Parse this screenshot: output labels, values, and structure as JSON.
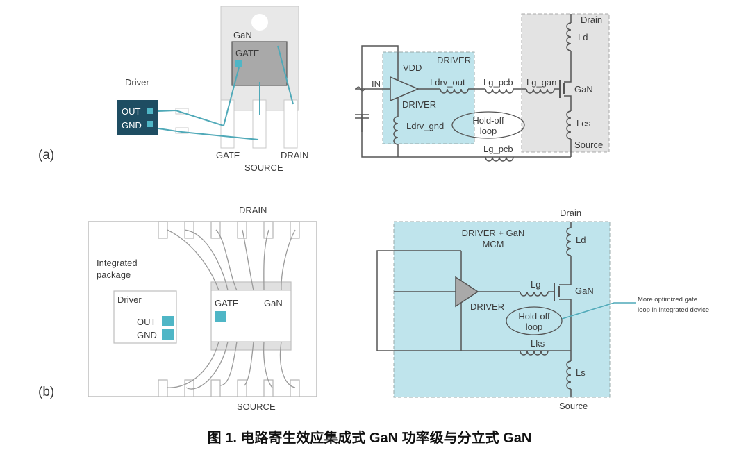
{
  "figure": {
    "caption": "图 1. 电路寄生效应集成式 GaN 功率级与分立式 GaN",
    "colors": {
      "teal_accent": "#4fa9b8",
      "driver_box_fill": "#bfe4ec",
      "gan_box_fill": "#e3e3e3",
      "driver_chip_dark": "#1e4d62",
      "gan_die_gray": "#a9a9a9"
    }
  },
  "panel_a": {
    "label": "(a)",
    "package": {
      "gan_label": "GaN",
      "gate_label": "GATE",
      "driver_title": "Driver",
      "driver_pins": [
        "OUT",
        "GND"
      ],
      "lead_labels": {
        "gate": "GATE",
        "source": "SOURCE",
        "drain": "DRAIN"
      }
    },
    "schematic": {
      "driver_box_title": "DRIVER",
      "vdd": "VDD",
      "in": "IN",
      "driver_label": "DRIVER",
      "ldrv_out": "Ldrv_out",
      "ldrv_gnd": "Ldrv_gnd",
      "lg_pcb_top": "Lg_pcb",
      "lg_gan": "Lg_gan",
      "lg_pcb_bottom": "Lg_pcb",
      "drain": "Drain",
      "ld": "Ld",
      "gan": "GaN",
      "lcs": "Lcs",
      "source": "Source",
      "holdoff_line1": "Hold-off",
      "holdoff_line2": "loop"
    }
  },
  "panel_b": {
    "label": "(b)",
    "package": {
      "drain_label": "DRAIN",
      "source_label": "SOURCE",
      "integrated_line1": "Integrated",
      "integrated_line2": "package",
      "driver_title": "Driver",
      "driver_pins": [
        "OUT",
        "GND"
      ],
      "gate_label": "GATE",
      "gan_label": "GaN"
    },
    "schematic": {
      "mcm_line1": "DRIVER + GaN",
      "mcm_line2": "MCM",
      "drain": "Drain",
      "ld": "Ld",
      "lg": "Lg",
      "gan": "GaN",
      "driver_label": "DRIVER",
      "holdoff_line1": "Hold-off",
      "holdoff_line2": "loop",
      "lks": "Lks",
      "ls": "Ls",
      "source": "Source",
      "annotation_line1": "More optimized gate",
      "annotation_line2": "loop in integrated device"
    }
  }
}
